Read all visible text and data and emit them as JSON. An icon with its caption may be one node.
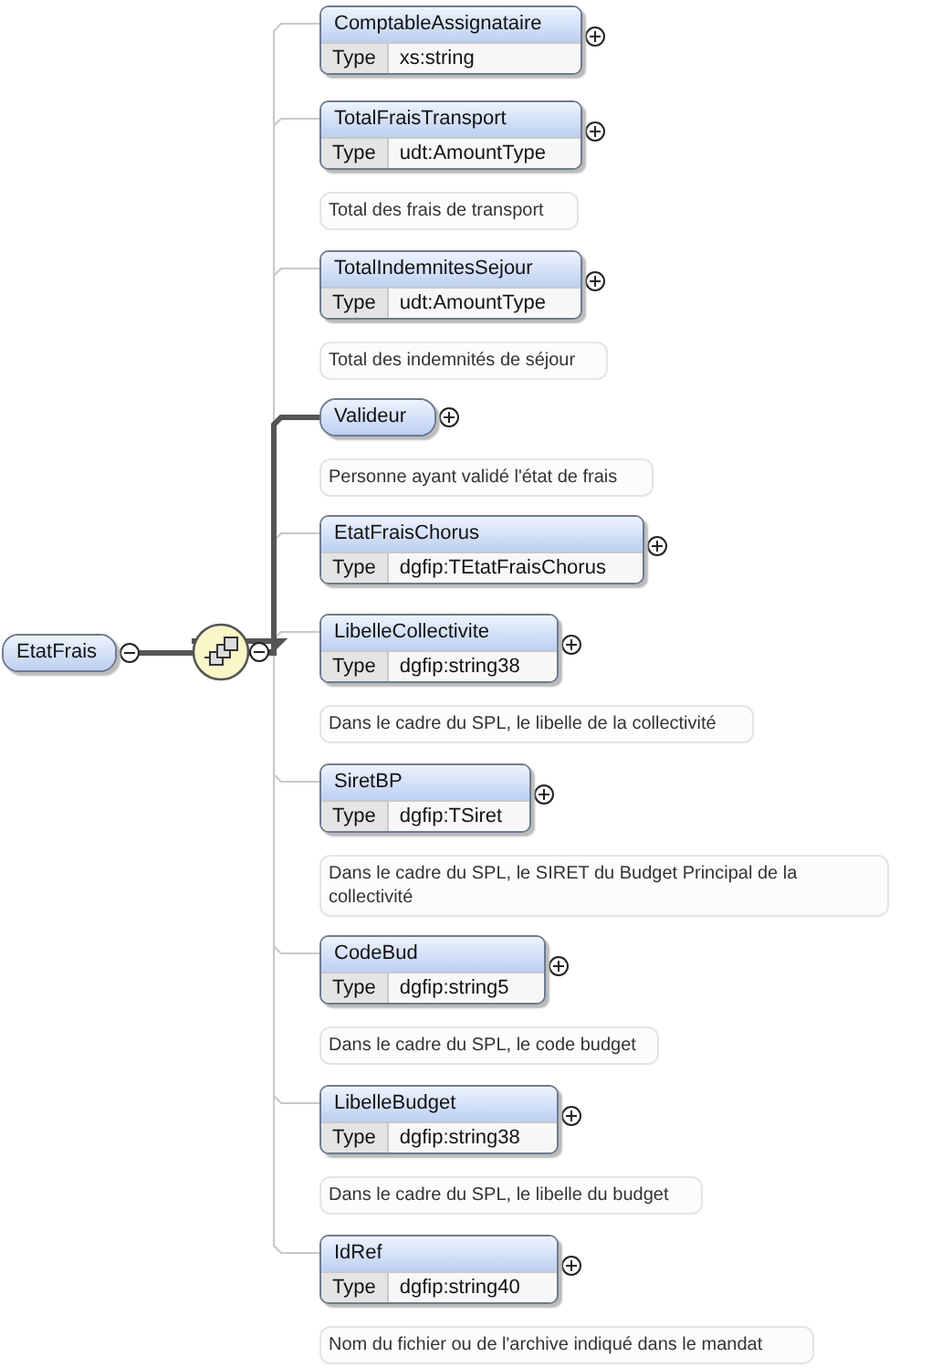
{
  "diagram": {
    "nodes": [
      {
        "text": [
          "EtatFrais"
        ]
      },
      {
        "text": [],
        "shape": "circle"
      },
      {
        "text": [
          "ComptableAssignataire",
          "Type",
          "xs:string"
        ]
      },
      {
        "text": [
          "TotalFraisTransport",
          "Type",
          "udt:AmountType"
        ],
        "beside": [
          "Total des frais de transport"
        ]
      },
      {
        "text": [
          "TotalIndemnitesSejour",
          "Type",
          "udt:AmountType"
        ],
        "beside": [
          "Total des indemnités de séjour"
        ]
      },
      {
        "text": [
          "Valideur"
        ],
        "beside": [
          "Personne ayant validé l'état de frais"
        ]
      },
      {
        "text": [
          "EtatFraisChorus",
          "Type",
          "dgfip:TEtatFraisChorus"
        ]
      },
      {
        "text": [
          "LibelleCollectivite",
          "Type",
          "dgfip:string38"
        ],
        "beside": [
          "Dans le cadre du SPL, le libelle de la collectivité"
        ]
      },
      {
        "text": [
          "SiretBP",
          "Type",
          "dgfip:TSiret"
        ],
        "beside": [
          "Dans le cadre du SPL, le SIRET du Budget Principal de la collectivité"
        ]
      },
      {
        "text": [
          "CodeBud",
          "Type",
          "dgfip:string5"
        ],
        "beside": [
          "Dans le cadre du SPL, le code budget"
        ]
      },
      {
        "text": [
          "LibelleBudget",
          "Type",
          "dgfip:string38"
        ],
        "beside": [
          "Dans le cadre du SPL, le libelle du budget"
        ]
      },
      {
        "text": [
          "IdRef",
          "Type",
          "dgfip:string40"
        ],
        "beside": [
          "Nom du fichier ou de l'archive indiqué dans le mandat"
        ]
      }
    ],
    "edges": [
      {
        "from": 0,
        "to": 1,
        "arrow": "none",
        "style": "thick",
        "color": "#555555"
      },
      {
        "from": 1,
        "to": 2,
        "arrow": "none"
      },
      {
        "from": 1,
        "to": 3,
        "arrow": "none"
      },
      {
        "from": 1,
        "to": 4,
        "arrow": "none"
      },
      {
        "from": 1,
        "to": 5,
        "arrow": "none",
        "style": "thick",
        "color": "#555555"
      },
      {
        "from": 1,
        "to": 6,
        "arrow": "none"
      },
      {
        "from": 1,
        "to": 7,
        "arrow": "none"
      },
      {
        "from": 1,
        "to": 8,
        "arrow": "none"
      },
      {
        "from": 1,
        "to": 9,
        "arrow": "none"
      },
      {
        "from": 1,
        "to": 10,
        "arrow": "none"
      },
      {
        "from": 1,
        "to": 11,
        "arrow": "none"
      }
    ]
  }
}
